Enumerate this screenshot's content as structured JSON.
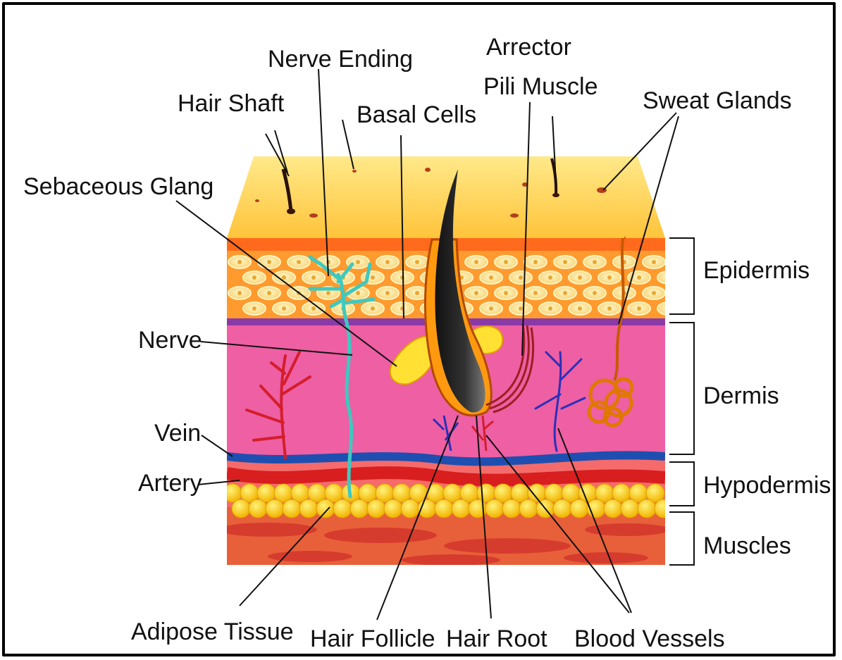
{
  "labels": {
    "nerve_ending": "Nerve Ending",
    "arrector_line1": "Arrector",
    "arrector_line2": "Pili Muscle",
    "hair_shaft": "Hair Shaft",
    "basal_cells": "Basal Cells",
    "sweat_glands": "Sweat Glands",
    "sebaceous_gland": "Sebaceous Glang",
    "nerve": "Nerve",
    "vein": "Vein",
    "artery": "Artery",
    "adipose_tissue": "Adipose Tissue",
    "hair_follicle": "Hair Follicle",
    "hair_root": "Hair Root",
    "blood_vessels": "Blood Vessels",
    "epidermis": "Epidermis",
    "dermis": "Dermis",
    "hypodermis": "Hypodermis",
    "muscles": "Muscles"
  },
  "colors": {
    "surface": "#ffd24a",
    "epidermis": "#ff9a2e",
    "dermis": "#ee5fa4",
    "vein": "#1e4fb0",
    "artery": "#d81e1e",
    "fat": "#ffd000",
    "muscle": "#e8603a",
    "nerve": "#3ec9c0"
  }
}
